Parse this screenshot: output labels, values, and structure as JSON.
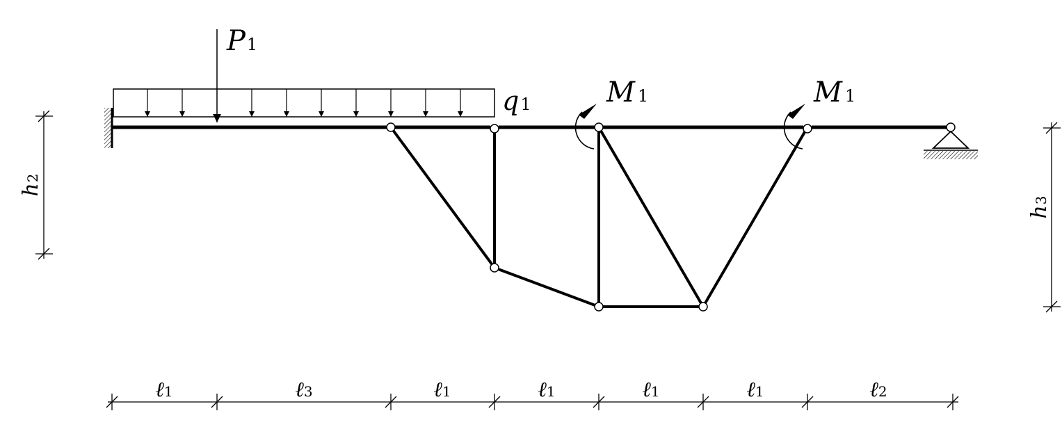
{
  "labels": {
    "P1": {
      "main": "P",
      "sub": "1"
    },
    "q1": {
      "main": "q",
      "sub": "1"
    },
    "M1_left": {
      "main": "M",
      "sub": "1"
    },
    "M1_right": {
      "main": "M",
      "sub": "1"
    },
    "h2": {
      "main": "h",
      "sub": "2"
    },
    "h3": {
      "main": "h",
      "sub": "3"
    }
  },
  "spans": [
    {
      "main": "ℓ",
      "sub": "1"
    },
    {
      "main": "ℓ",
      "sub": "3"
    },
    {
      "main": "ℓ",
      "sub": "1"
    },
    {
      "main": "ℓ",
      "sub": "1"
    },
    {
      "main": "ℓ",
      "sub": "1"
    },
    {
      "main": "ℓ",
      "sub": "1"
    },
    {
      "main": "ℓ",
      "sub": "2"
    }
  ],
  "colors": {
    "stroke": "#000000",
    "background": "#ffffff"
  }
}
